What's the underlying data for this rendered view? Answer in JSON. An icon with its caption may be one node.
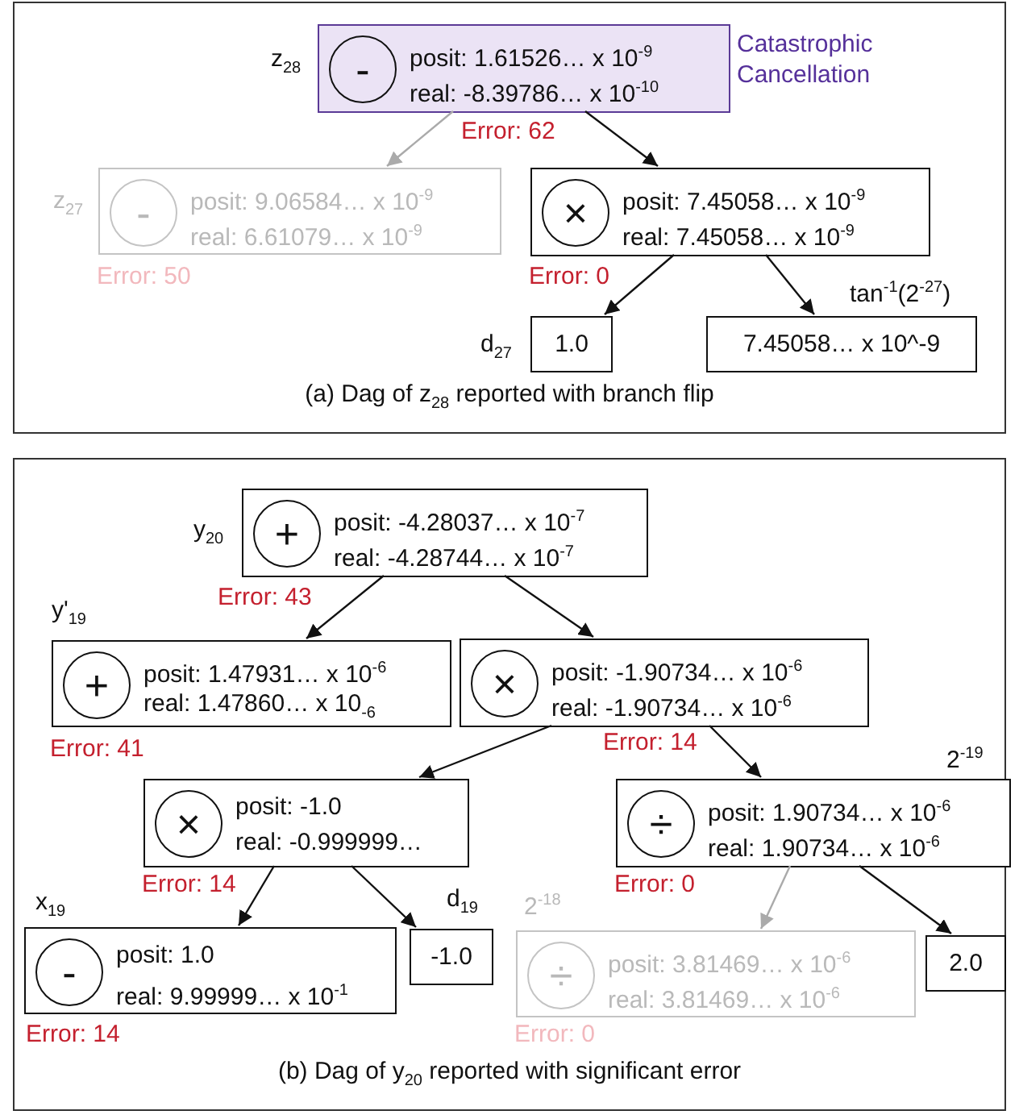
{
  "diagram": {
    "nodes": [
      {
        "text": [
          "(a) Dag of z$_{28}$ reported with branch flip"
        ]
      },
      {
        "text": [
          "posit: 1.61526… x 10$^{-9}$",
          "real: -8.39786… x 10$^{-10}$"
        ],
        "in": 0,
        "beside": [
          "z$_{28}$",
          "Catastrophic Cancellation",
          "Error: 62"
        ]
      },
      {
        "text": [
          "-"
        ],
        "in": 1
      },
      {
        "text": [
          "posit: 9.06584… x 10$^{-9}$",
          "real: 6.61079… x 10$^{-9}$"
        ],
        "in": 0,
        "beside": [
          "z$_{27}$",
          "Error: 50"
        ]
      },
      {
        "text": [
          "-"
        ],
        "in": 3
      },
      {
        "text": [
          "posit: 7.45058… x 10$^{-9}$",
          "real: 7.45058… x 10$^{-9}$"
        ],
        "in": 0,
        "beside": [
          "Error: 0"
        ]
      },
      {
        "text": [
          "×"
        ],
        "in": 5
      },
      {
        "text": [
          "1.0"
        ],
        "in": 0,
        "beside": [
          "d$_{27}$"
        ]
      },
      {
        "text": [
          "7.45058… x 10^-9"
        ],
        "in": 0,
        "beside": [
          "tan$^{-1}$(2$^{-27}$)"
        ]
      },
      {
        "text": [
          "(b) Dag of y$_{20}$ reported with significant error"
        ]
      },
      {
        "text": [
          "posit: -4.28037… x 10$^{-7}$",
          "real: -4.28744… x 10$^{-7}$"
        ],
        "in": 9,
        "beside": [
          "y$_{20}$",
          "Error: 43"
        ]
      },
      {
        "text": [
          "+"
        ],
        "in": 10
      },
      {
        "text": [
          "posit: 1.47931… x 10$^{-6}$",
          "real: 1.47860… x 10$_{-6}$"
        ],
        "in": 9,
        "beside": [
          "y'$_{19}$",
          "Error: 41"
        ]
      },
      {
        "text": [
          "+"
        ],
        "in": 12
      },
      {
        "text": [
          "posit:  -1.90734… x 10$^{-6}$",
          "real: -1.90734… x 10$^{-6}$"
        ],
        "in": 9,
        "beside": [
          "Error: 14"
        ]
      },
      {
        "text": [
          "×"
        ],
        "in": 14
      },
      {
        "text": [
          "posit: -1.0",
          "real: -0.999999…"
        ],
        "in": 9,
        "beside": [
          "Error: 14"
        ]
      },
      {
        "text": [
          "×"
        ],
        "in": 16
      },
      {
        "text": [
          "posit: 1.90734… x 10$^{-6}$",
          "real: 1.90734… x 10$^{-6}$"
        ],
        "in": 9,
        "beside": [
          "2$^{-19}$",
          "Error: 0"
        ]
      },
      {
        "text": [
          "÷"
        ],
        "in": 18
      },
      {
        "text": [
          "posit: 1.0",
          "real: 9.99999… x 10$^{-1}$"
        ],
        "in": 9,
        "beside": [
          "x$_{19}$",
          "Error: 14"
        ]
      },
      {
        "text": [
          "-"
        ],
        "in": 20
      },
      {
        "text": [
          "-1.0"
        ],
        "in": 9,
        "beside": [
          "d$_{19}$"
        ]
      },
      {
        "text": [
          "posit: 3.81469… x 10$^{-6}$",
          "real: 3.81469… x 10$^{-6}$"
        ],
        "in": 9,
        "beside": [
          "2$^{-18}$",
          "Error: 0"
        ]
      },
      {
        "text": [
          "÷"
        ],
        "in": 23
      },
      {
        "text": [
          "2.0"
        ],
        "in": 9
      }
    ],
    "edges": [
      {
        "from": 1,
        "to": 3,
        "arrow": "to",
        "color": "#aaaaaa"
      },
      {
        "from": 1,
        "to": 5,
        "arrow": "to"
      },
      {
        "from": 5,
        "to": 7,
        "arrow": "to"
      },
      {
        "from": 5,
        "to": 8,
        "arrow": "to"
      },
      {
        "from": 10,
        "to": 12,
        "arrow": "to"
      },
      {
        "from": 10,
        "to": 14,
        "arrow": "to"
      },
      {
        "from": 14,
        "to": 16,
        "arrow": "to"
      },
      {
        "from": 14,
        "to": 18,
        "arrow": "to"
      },
      {
        "from": 16,
        "to": 20,
        "arrow": "to"
      },
      {
        "from": 16,
        "to": 22,
        "arrow": "to"
      },
      {
        "from": 18,
        "to": 23,
        "arrow": "to",
        "color": "#aaaaaa"
      },
      {
        "from": 18,
        "to": 25,
        "arrow": "to"
      }
    ]
  }
}
